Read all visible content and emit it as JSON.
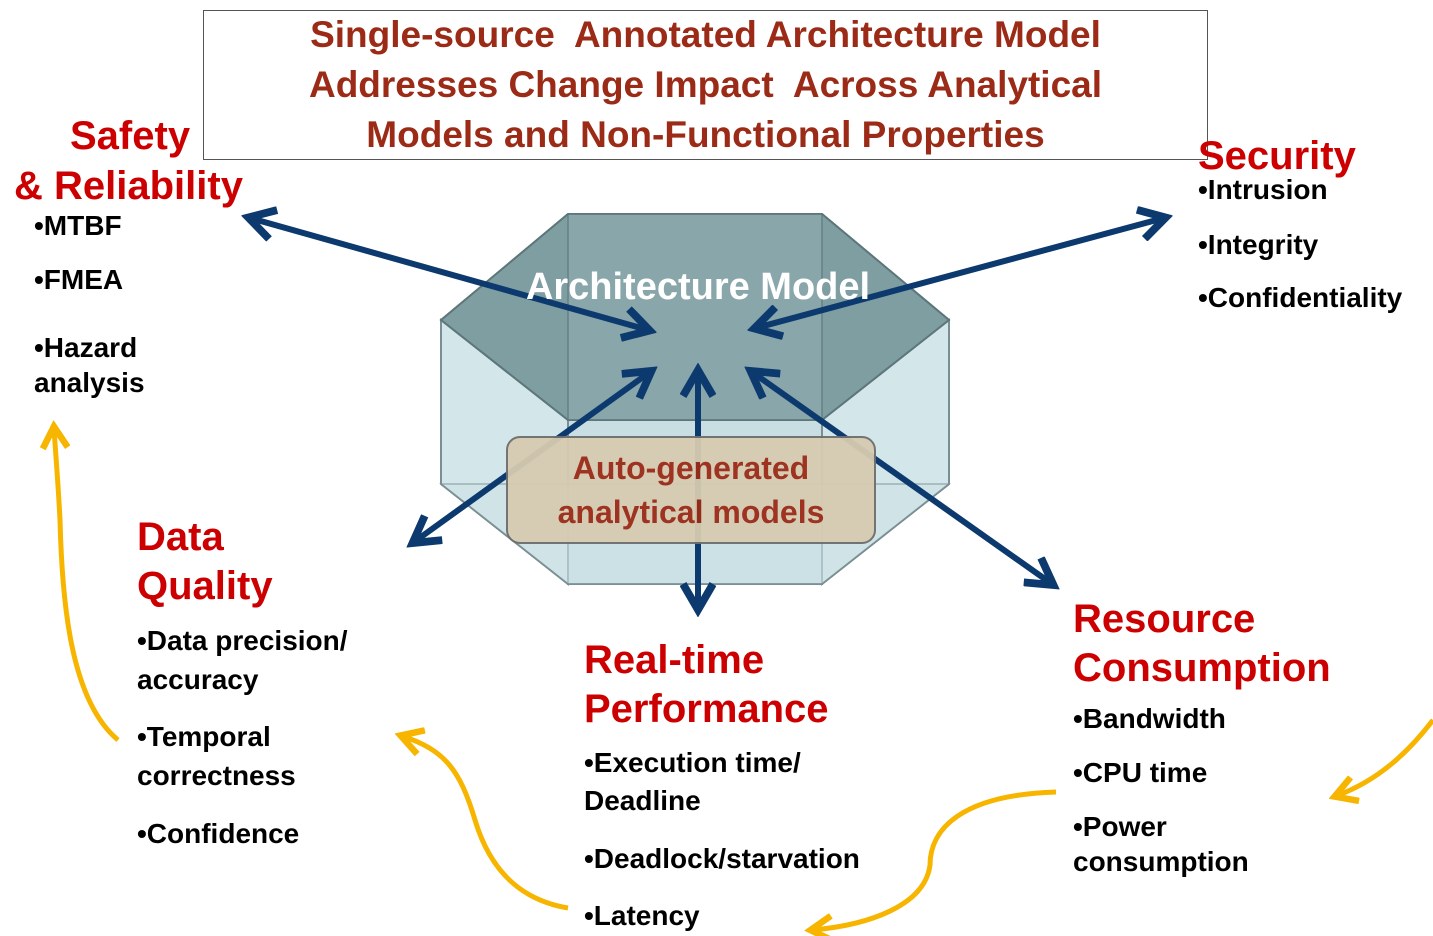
{
  "title": {
    "lines": [
      "Single-source  Annotated Architecture Model",
      "Addresses Change Impact  Across Analytical",
      "Models and Non-Functional Properties"
    ]
  },
  "center": {
    "label": "Architecture Model",
    "analytical_lines": [
      "Auto-generated",
      "analytical models"
    ]
  },
  "safety": {
    "heading": [
      "Safety",
      "& Reliability"
    ],
    "items": [
      "•MTBF",
      "•FMEA",
      "•Hazard",
      "analysis"
    ]
  },
  "security": {
    "heading": "Security",
    "items": [
      "•Intrusion",
      "•Integrity",
      "•Confidentiality"
    ]
  },
  "data_quality": {
    "heading": [
      "Data",
      "Quality"
    ],
    "items": [
      "•Data precision/",
      "accuracy",
      "•Temporal",
      "correctness",
      "•Confidence"
    ]
  },
  "realtime": {
    "heading": [
      "Real-time",
      "Performance"
    ],
    "items": [
      "•Execution time/",
      "Deadline",
      "•Deadlock/starvation",
      "•Latency"
    ]
  },
  "resource": {
    "heading": [
      "Resource",
      "Consumption"
    ],
    "items": [
      "•Bandwidth",
      "•CPU time",
      "•Power",
      "consumption"
    ]
  },
  "colors": {
    "heading": "#cc0000",
    "title": "#9b2a16",
    "arrow_blue": "#0d3a6e",
    "arrow_orange": "#f7b500",
    "hex_top": "#7f9ea2",
    "hex_side": "#d3e6ea",
    "analytic_fill": "#d7cbb1"
  }
}
